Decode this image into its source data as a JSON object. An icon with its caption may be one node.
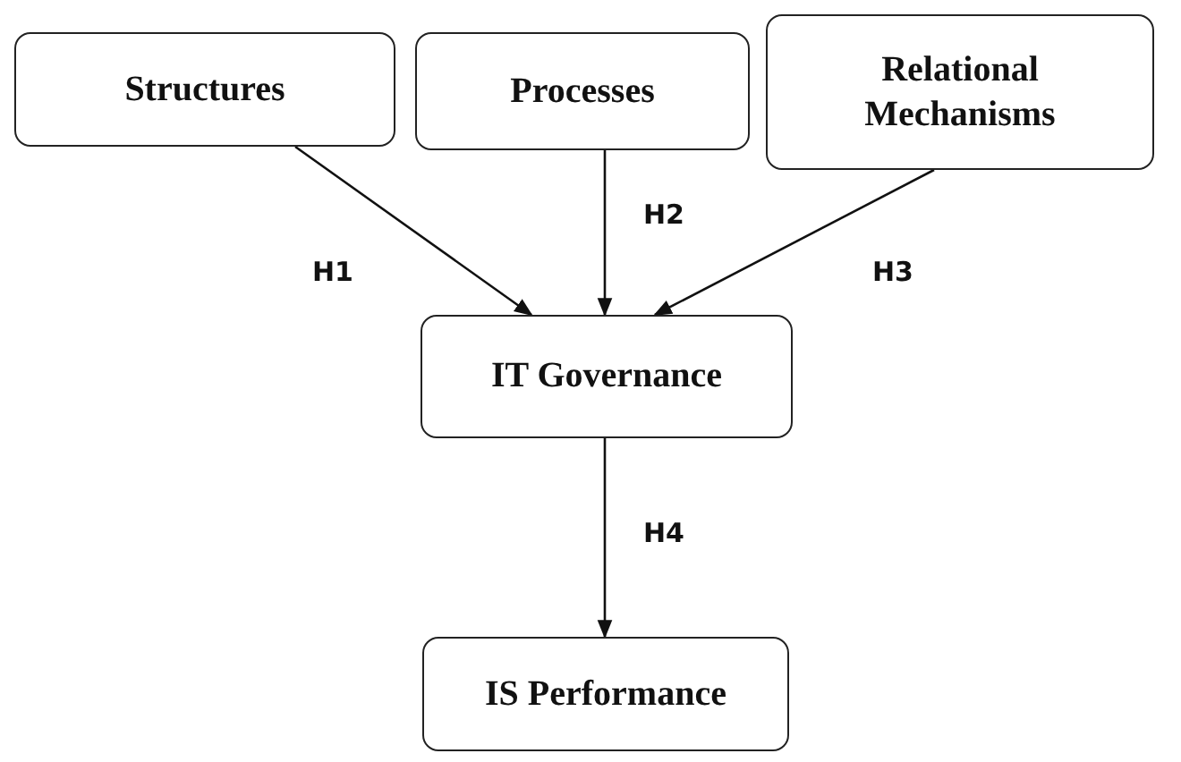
{
  "diagram": {
    "nodes": [
      {
        "text": [
          "Structures"
        ]
      },
      {
        "text": [
          "Processes"
        ]
      },
      {
        "text": [
          "Relational Mechanisms"
        ]
      },
      {
        "text": [
          "IT Governance"
        ]
      },
      {
        "text": [
          "IS Performance"
        ]
      }
    ],
    "edges": [
      {
        "from": 0,
        "to": 3,
        "arrow": "to",
        "label": "H1"
      },
      {
        "from": 1,
        "to": 3,
        "arrow": "to",
        "label": "H2"
      },
      {
        "from": 2,
        "to": 3,
        "arrow": "to",
        "label": "H3"
      },
      {
        "from": 3,
        "to": 4,
        "arrow": "to",
        "label": "H4"
      }
    ]
  }
}
